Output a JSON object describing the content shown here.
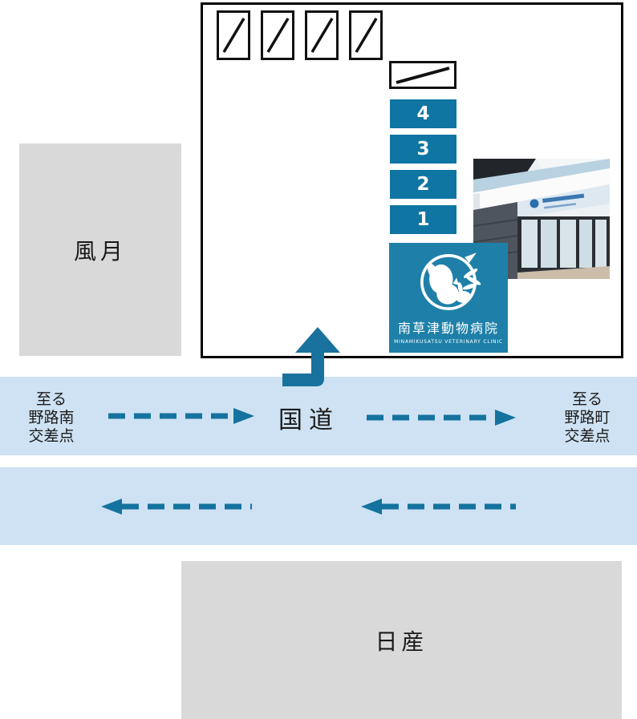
{
  "colors": {
    "accent_teal": "#0F75A3",
    "logo_teal": "#1E80A8",
    "arrow_teal": "#14739E",
    "road_blue": "#CEE2F3",
    "landmark_gray": "#D9D9D9",
    "outline_black": "#000000"
  },
  "building": {
    "floors": [
      "4",
      "3",
      "2",
      "1"
    ],
    "parking_slot_count": 4,
    "wide_slot_count": 1
  },
  "clinic": {
    "name_jp": "南草津動物病院",
    "name_en": "MINAMIKUSATSU VETERINARY CLINIC"
  },
  "landmarks": {
    "west_building": "風月",
    "south_building": "日産"
  },
  "road": {
    "name": "国道",
    "west_destination_lines": [
      "至る",
      "野路南",
      "交差点"
    ],
    "east_destination_lines": [
      "至る",
      "野路町",
      "交差点"
    ]
  }
}
